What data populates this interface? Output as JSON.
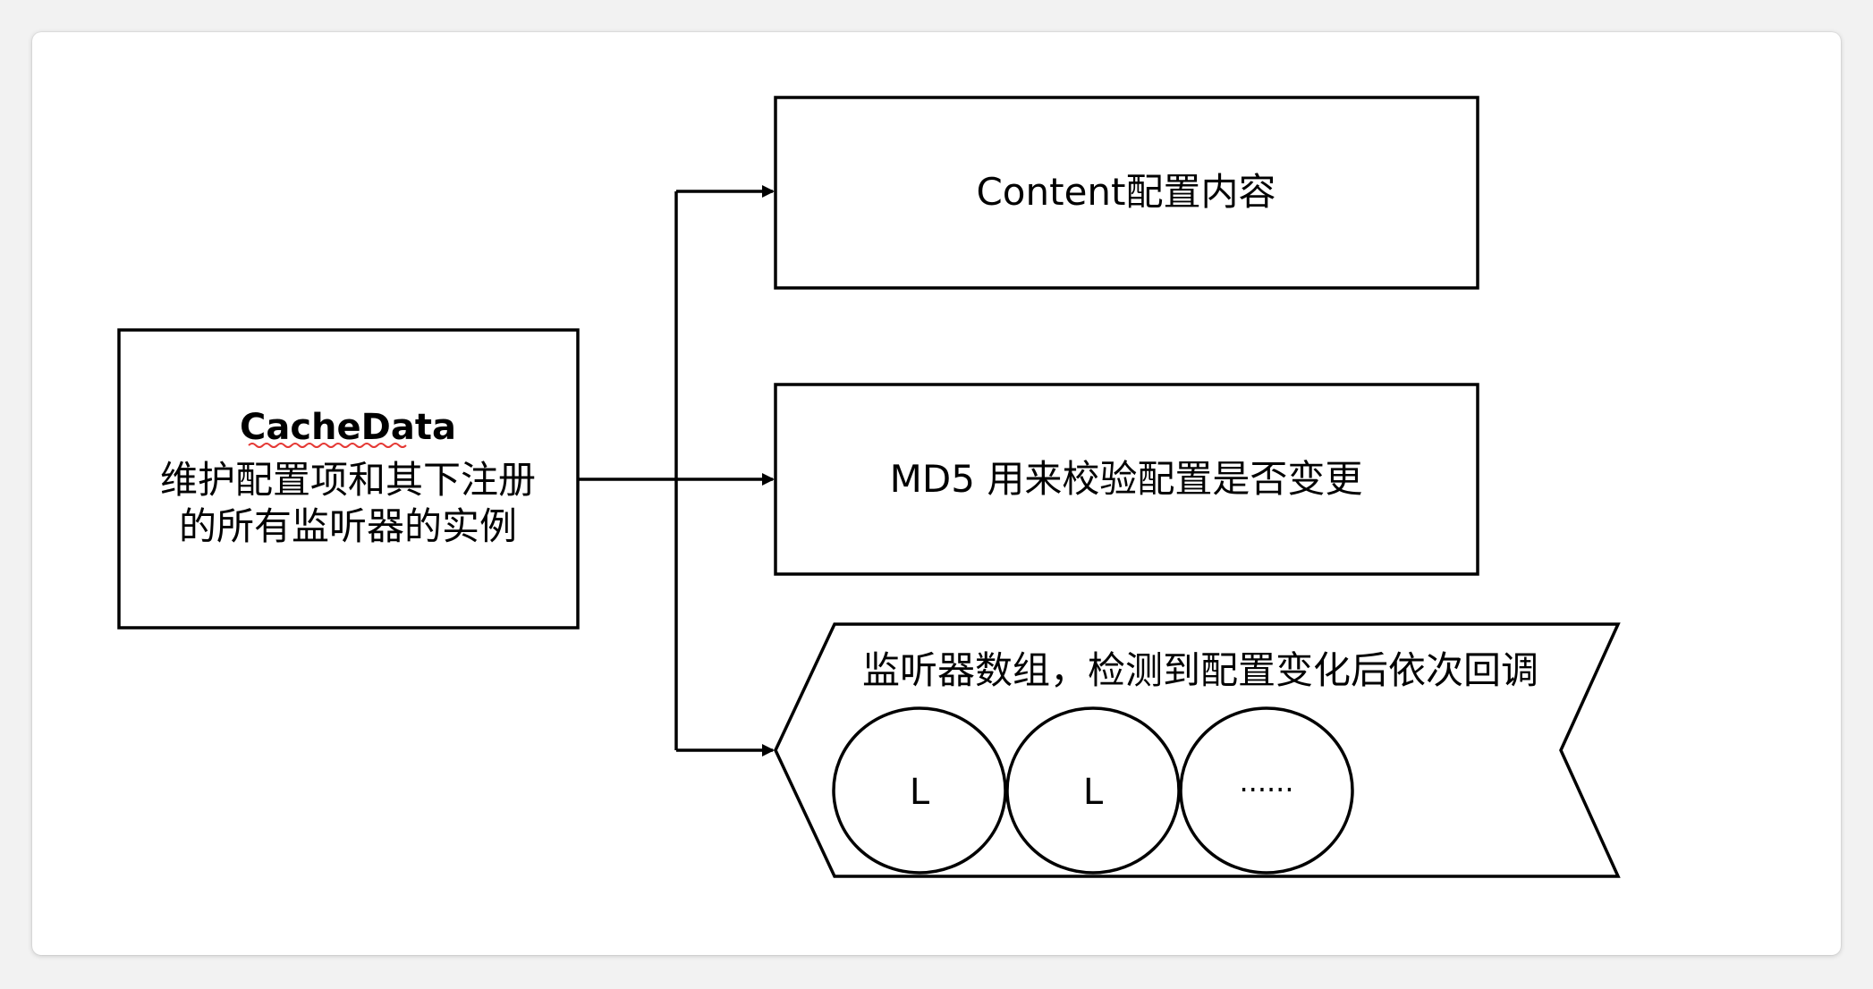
{
  "cache_data": {
    "title": "CacheData",
    "description_line1": "维护配置项和其下注册",
    "description_line2": "的所有监听器的实例"
  },
  "content_box": {
    "label": "Content配置内容"
  },
  "md5_box": {
    "label": "MD5 用来校验配置是否变更"
  },
  "listeners": {
    "label": "监听器数组，检测到配置变化后依次回调",
    "items": [
      "L",
      "L",
      "......"
    ]
  },
  "colors": {
    "stroke": "#000000",
    "background": "#ffffff",
    "squiggle": "#e53935"
  }
}
